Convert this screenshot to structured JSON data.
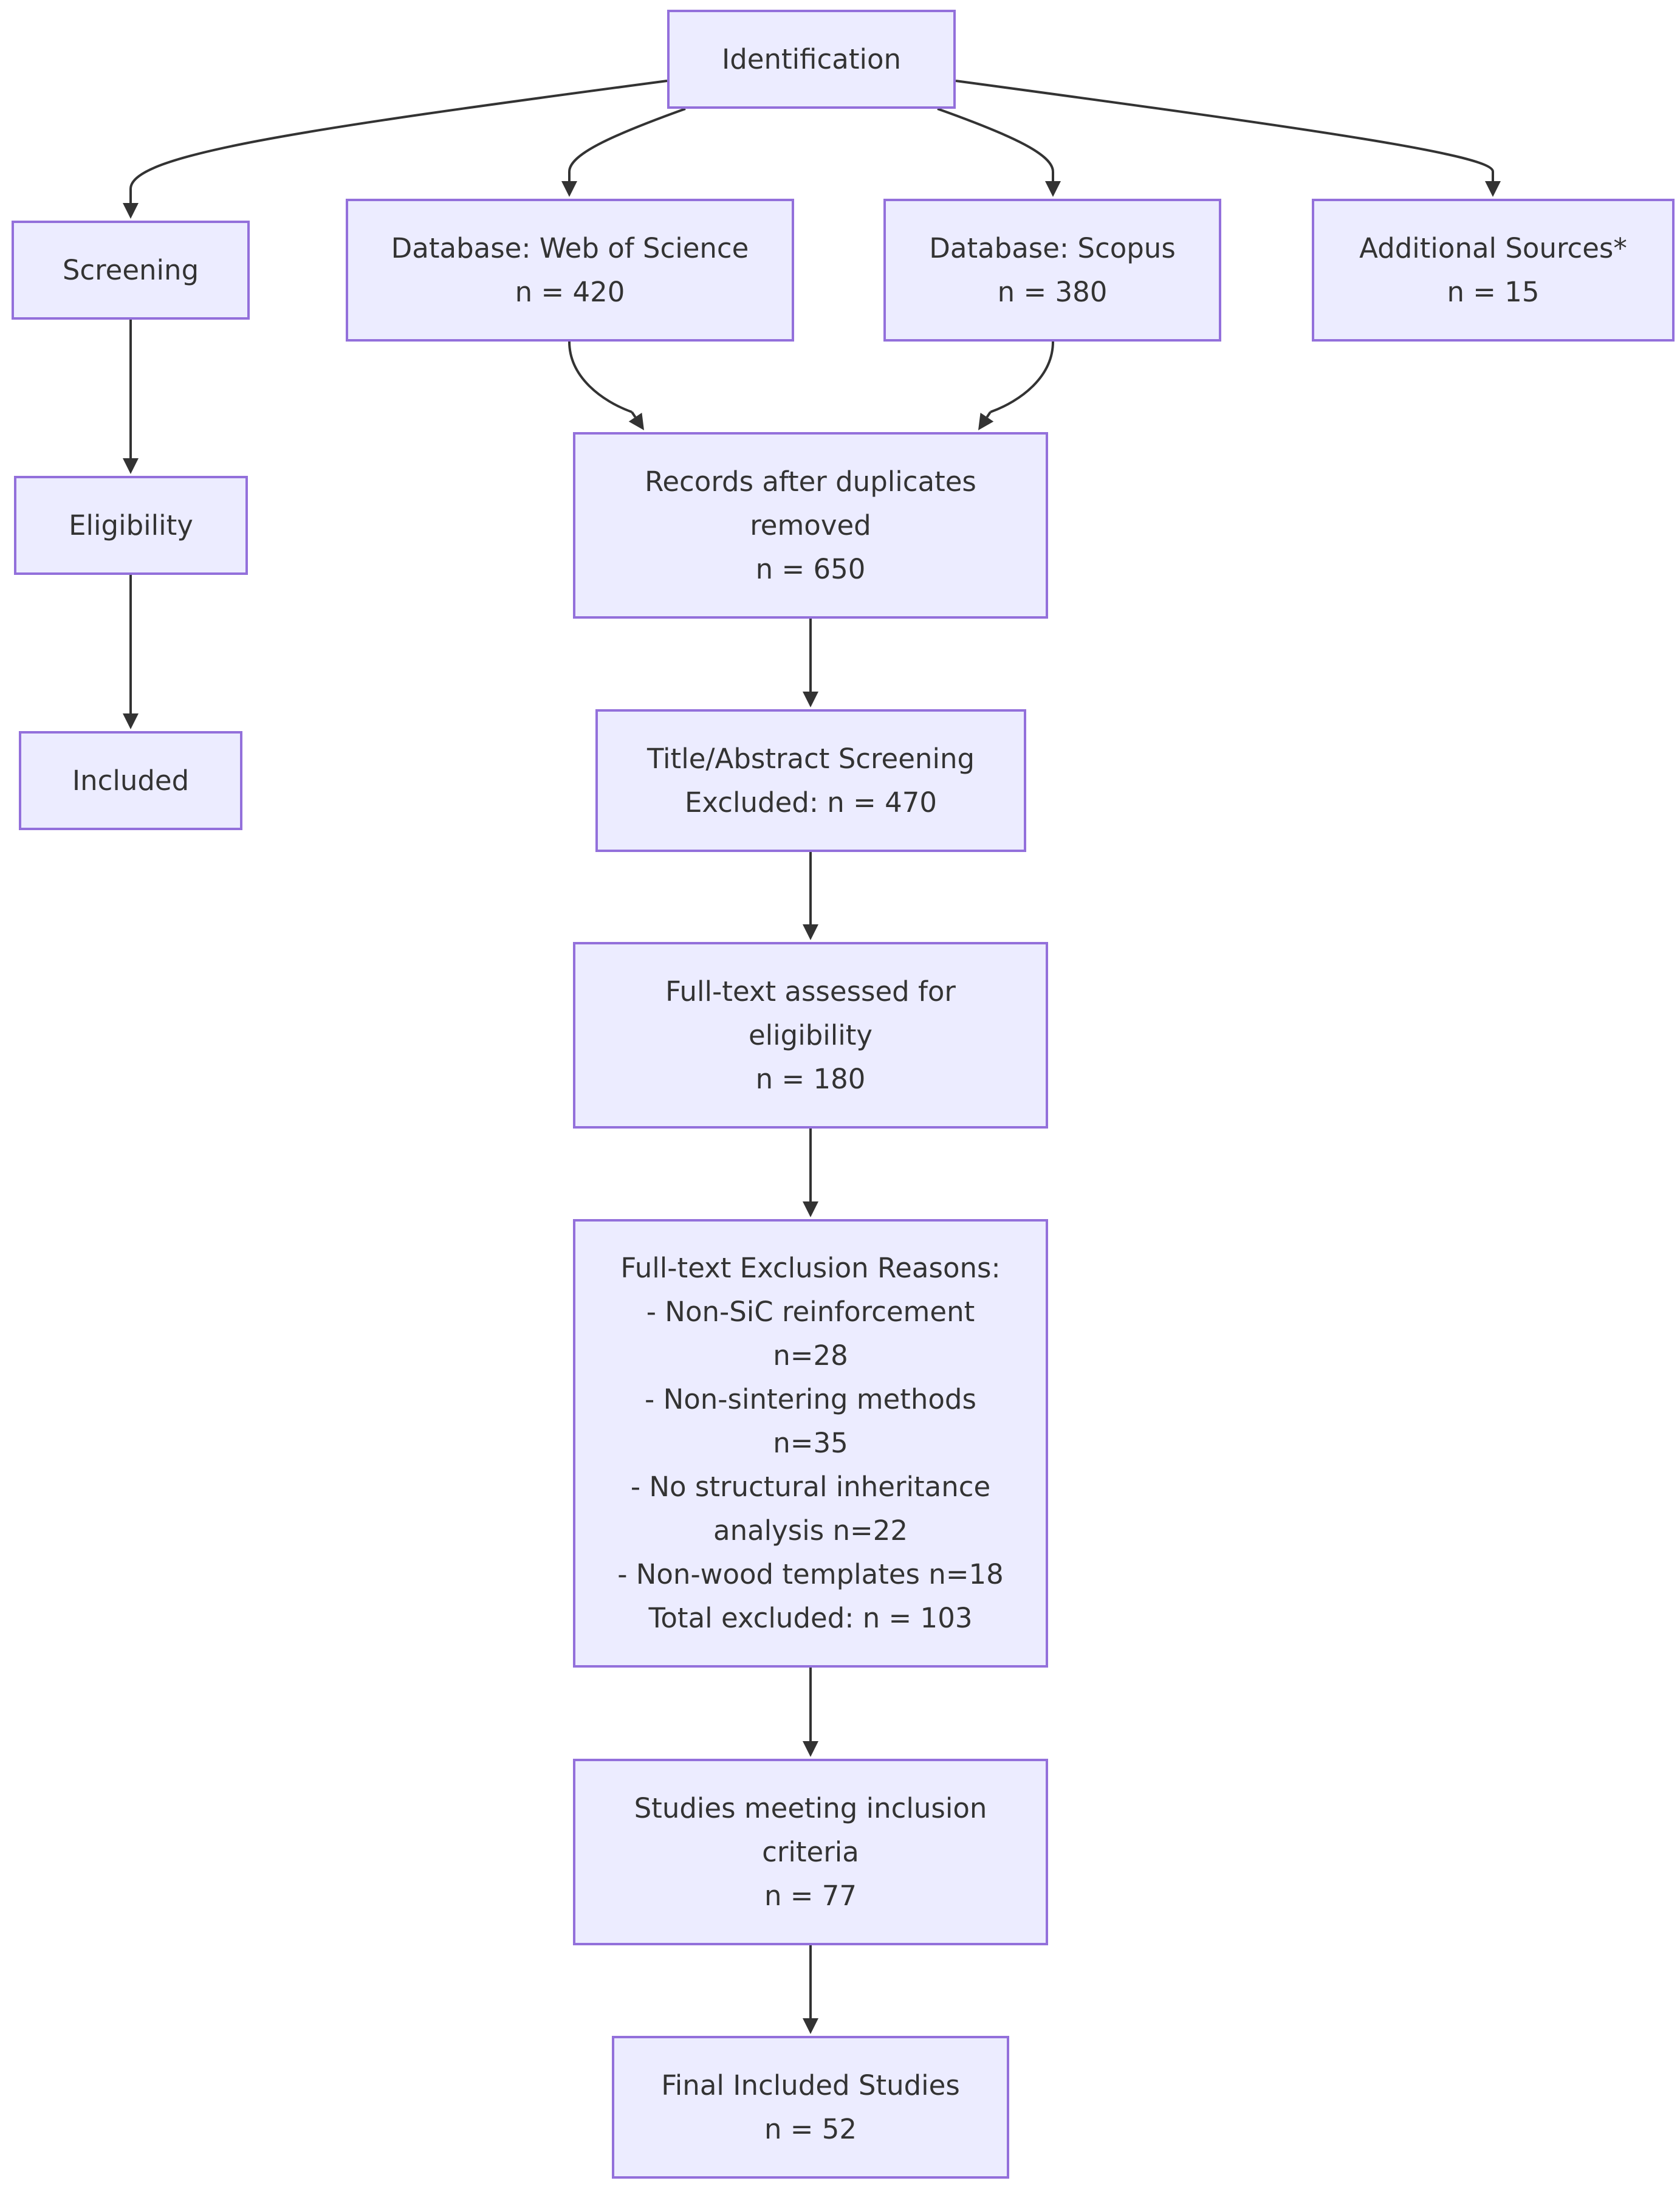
{
  "nodes": {
    "identification": {
      "lines": [
        "Identification"
      ]
    },
    "screening": {
      "lines": [
        "Screening"
      ]
    },
    "eligibility": {
      "lines": [
        "Eligibility"
      ]
    },
    "included": {
      "lines": [
        "Included"
      ]
    },
    "web_of_science": {
      "lines": [
        "Database: Web of Science",
        "n = 420"
      ]
    },
    "scopus": {
      "lines": [
        "Database: Scopus",
        "n = 380"
      ]
    },
    "additional_sources": {
      "lines": [
        "Additional Sources*",
        "n = 15"
      ]
    },
    "records_after_duplicates": {
      "lines": [
        "Records after duplicates",
        "removed",
        "n = 650"
      ]
    },
    "title_abstract": {
      "lines": [
        "Title/Abstract Screening",
        "Excluded: n = 470"
      ]
    },
    "full_text_assessed": {
      "lines": [
        "Full-text assessed for",
        "eligibility",
        "n = 180"
      ]
    },
    "exclusion_reasons": {
      "lines": [
        "Full-text Exclusion Reasons:",
        "- Non-SiC reinforcement",
        "n=28",
        "- Non-sintering methods",
        "n=35",
        "- No structural inheritance",
        "analysis n=22",
        "- Non-wood templates n=18",
        "Total excluded: n = 103"
      ]
    },
    "meeting_criteria": {
      "lines": [
        "Studies meeting inclusion",
        "criteria",
        "n = 77"
      ]
    },
    "final_included": {
      "lines": [
        "Final Included Studies",
        "n = 52"
      ]
    }
  },
  "edges": [
    [
      "identification",
      "screening"
    ],
    [
      "identification",
      "web_of_science"
    ],
    [
      "identification",
      "scopus"
    ],
    [
      "identification",
      "additional_sources"
    ],
    [
      "screening",
      "eligibility"
    ],
    [
      "eligibility",
      "included"
    ],
    [
      "web_of_science",
      "records_after_duplicates"
    ],
    [
      "scopus",
      "records_after_duplicates"
    ],
    [
      "records_after_duplicates",
      "title_abstract"
    ],
    [
      "title_abstract",
      "full_text_assessed"
    ],
    [
      "full_text_assessed",
      "exclusion_reasons"
    ],
    [
      "exclusion_reasons",
      "meeting_criteria"
    ],
    [
      "meeting_criteria",
      "final_included"
    ]
  ],
  "colors": {
    "node_fill": "#ECECFF",
    "node_border": "#9370DB",
    "edge": "#333333",
    "text": "#333333"
  }
}
